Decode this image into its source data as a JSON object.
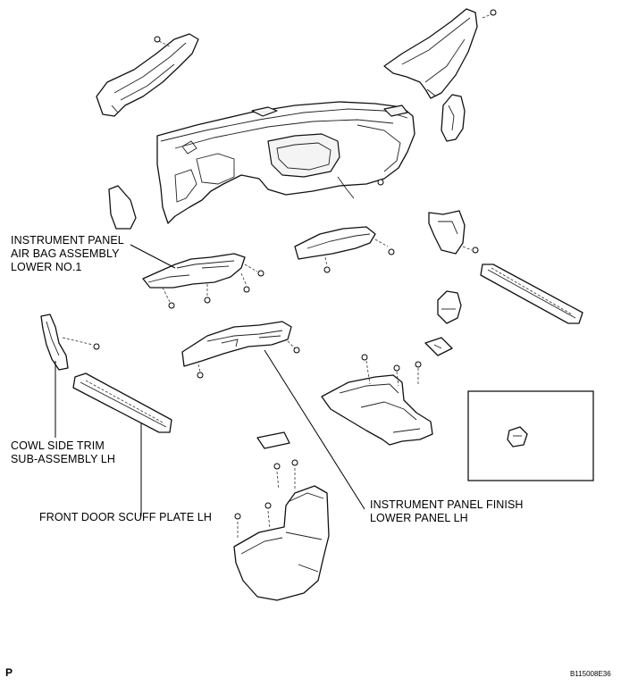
{
  "labels": {
    "airbag_lower": "INSTRUMENT PANEL\nAIR BAG ASSEMBLY\nLOWER NO.1",
    "cowl_side_trim": "COWL SIDE TRIM\nSUB-ASSEMBLY LH",
    "front_door_scuff": "FRONT DOOR SCUFF PLATE LH",
    "finish_lower_panel": "INSTRUMENT PANEL FINISH\nLOWER PANEL LH"
  },
  "corner_letter": "P",
  "figure_code": "B115008E36"
}
